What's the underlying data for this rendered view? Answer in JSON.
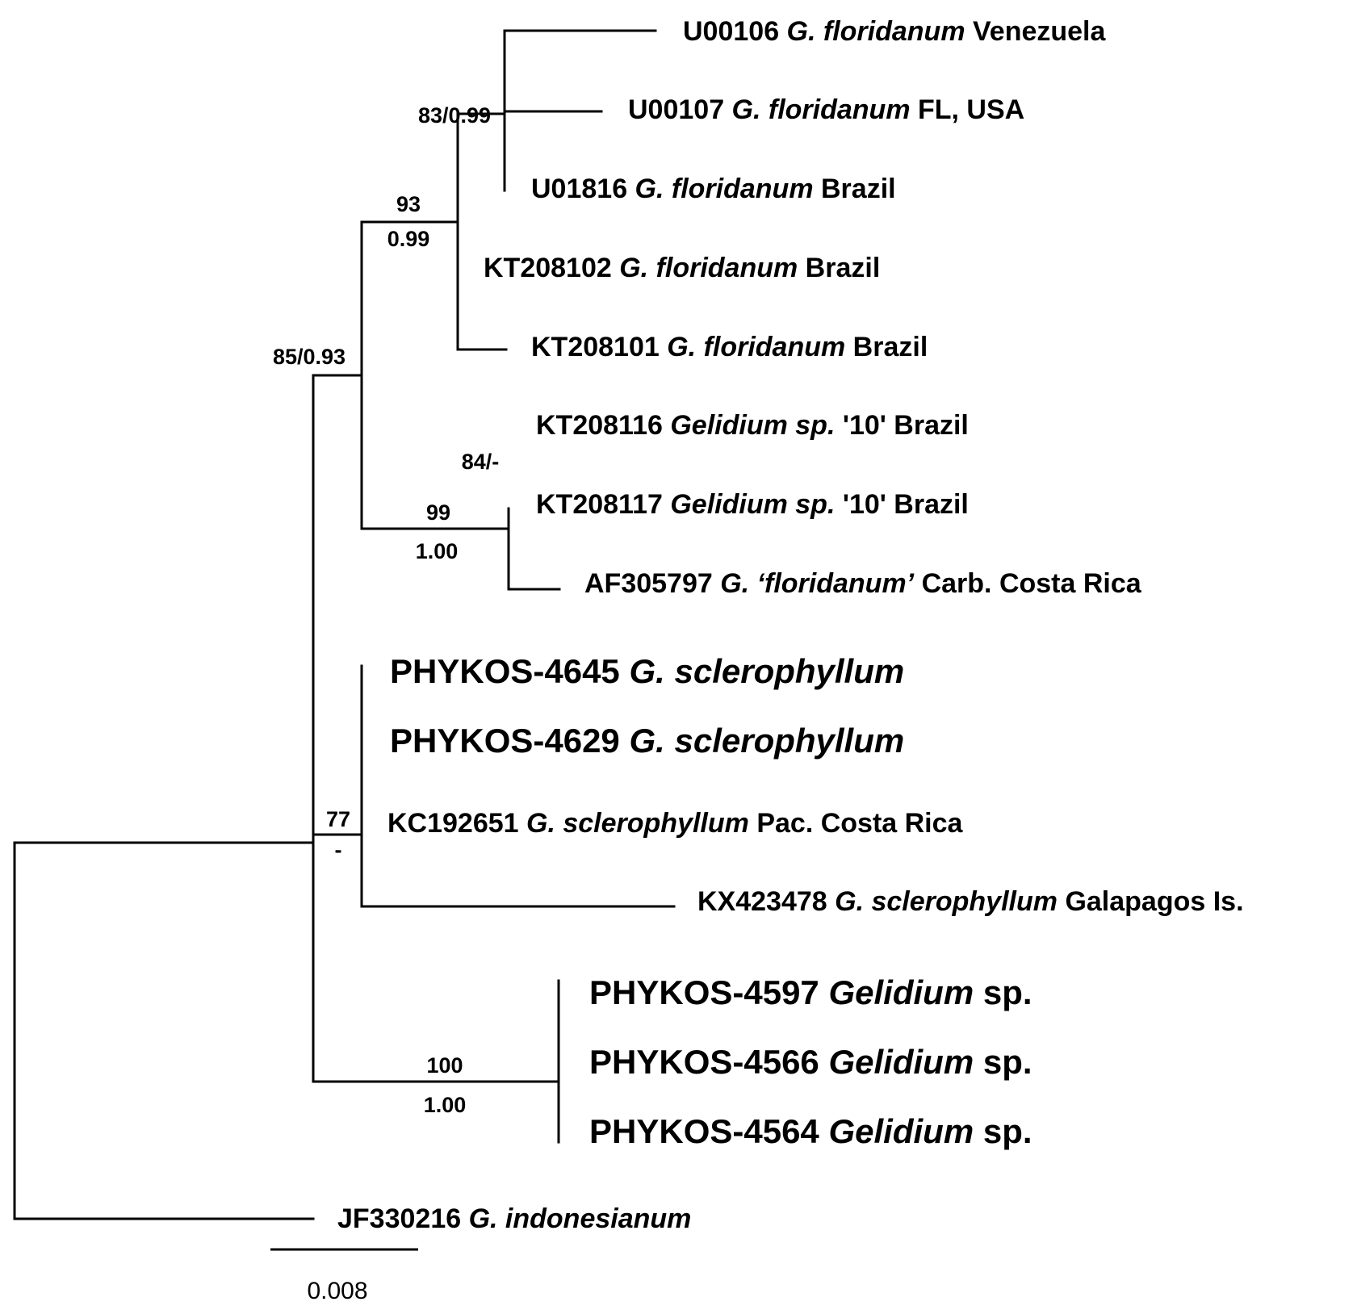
{
  "tips": [
    {
      "id": "U00106",
      "species": "G. floridanum",
      "locality": "Venezuela",
      "size": "normal"
    },
    {
      "id": "U00107",
      "species": "G. floridanum",
      "locality": "FL, USA",
      "size": "normal"
    },
    {
      "id": "U01816",
      "species": "G. floridanum",
      "locality": "Brazil",
      "size": "normal"
    },
    {
      "id": "KT208102",
      "species": "G. floridanum",
      "locality": "Brazil",
      "size": "normal"
    },
    {
      "id": "KT208101",
      "species": "G. floridanum",
      "locality": "Brazil",
      "size": "normal"
    },
    {
      "id": "KT208116",
      "species": "Gelidium sp.",
      "locality": "'10' Brazil",
      "size": "normal"
    },
    {
      "id": "KT208117",
      "species": "Gelidium sp.",
      "locality": "'10' Brazil",
      "size": "normal"
    },
    {
      "id": "AF305797",
      "species": "G. ‘floridanum’",
      "locality": "Carb. Costa Rica",
      "size": "normal"
    },
    {
      "id": "PHYKOS-4645",
      "species": "G. sclerophyllum",
      "locality": "",
      "size": "large"
    },
    {
      "id": "PHYKOS-4629",
      "species": "G. sclerophyllum",
      "locality": "",
      "size": "large"
    },
    {
      "id": "KC192651",
      "species": "G. sclerophyllum",
      "locality": "Pac. Costa Rica",
      "size": "normal"
    },
    {
      "id": "KX423478",
      "species": "G. sclerophyllum",
      "locality": "Galapagos Is.",
      "size": "normal"
    },
    {
      "id": "PHYKOS-4597",
      "species": "Gelidium",
      "locality": "sp.",
      "size": "large"
    },
    {
      "id": "PHYKOS-4566",
      "species": "Gelidium",
      "locality": "sp.",
      "size": "large"
    },
    {
      "id": "PHYKOS-4564",
      "species": "Gelidium",
      "locality": "sp.",
      "size": "large"
    },
    {
      "id": "JF330216",
      "species": "G. indonesianum",
      "locality": "",
      "size": "normal"
    }
  ],
  "supports": [
    {
      "node": "floridanum-core",
      "label": "83/0.99"
    },
    {
      "node": "floridanum-clade-bs",
      "label": "93"
    },
    {
      "node": "floridanum-clade-pp",
      "label": "0.99"
    },
    {
      "node": "floridanum-sp10",
      "label": "85/0.93"
    },
    {
      "node": "sp10-pair",
      "label": "84/-"
    },
    {
      "node": "sp10-clade-bs",
      "label": "99"
    },
    {
      "node": "sp10-clade-pp",
      "label": "1.00"
    },
    {
      "node": "sclerophyllum-bs",
      "label": "77"
    },
    {
      "node": "sclerophyllum-pp",
      "label": "-"
    },
    {
      "node": "gelidium-sp-bs",
      "label": "100"
    },
    {
      "node": "gelidium-sp-pp",
      "label": "1.00"
    }
  ],
  "scale_bar": {
    "label": "0.008"
  }
}
